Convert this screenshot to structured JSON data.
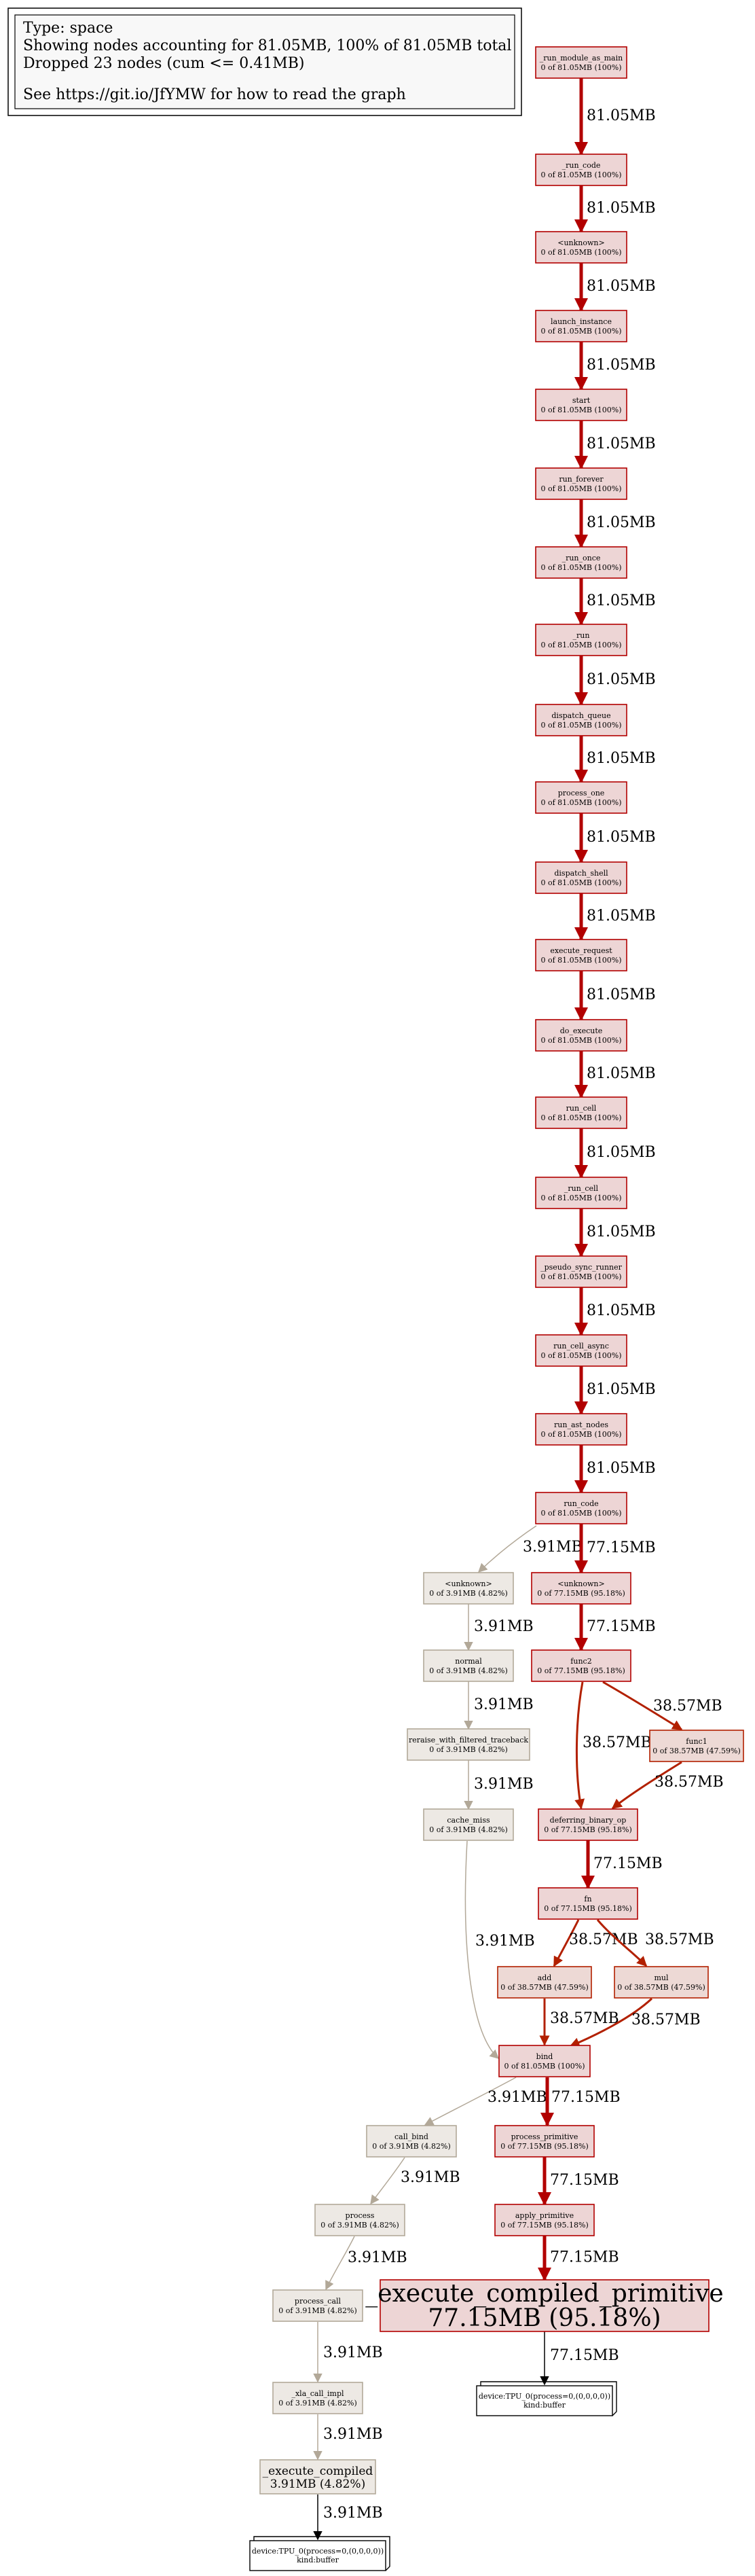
{
  "legend": {
    "lines": [
      "Type: space",
      "Showing nodes accounting for 81.05MB, 100% of 81.05MB total",
      "Dropped 23 nodes (cum <= 0.41MB)",
      "",
      "See https://git.io/JfYMW for how to read the graph"
    ]
  },
  "colors": {
    "hot_fill": "#edd5d5",
    "hot_stroke": "#b20000",
    "warm_fill": "#edd9d5",
    "warm_stroke": "#b22000",
    "cold_fill": "#ede9e4",
    "cold_stroke": "#b2a999",
    "cold_edge": "#b2a898",
    "hot_edge": "#b20000",
    "warm_edge": "#b22000"
  },
  "nodes": [
    {
      "id": "n1",
      "name": "_run_module_as_main",
      "value": "0 of 81.05MB (100%)",
      "style": "hot"
    },
    {
      "id": "n2",
      "name": "_run_code",
      "value": "0 of 81.05MB (100%)",
      "style": "hot"
    },
    {
      "id": "n3",
      "name": "<unknown>",
      "value": "0 of 81.05MB (100%)",
      "style": "hot"
    },
    {
      "id": "n4",
      "name": "launch_instance",
      "value": "0 of 81.05MB (100%)",
      "style": "hot"
    },
    {
      "id": "n5",
      "name": "start",
      "value": "0 of 81.05MB (100%)",
      "style": "hot"
    },
    {
      "id": "n6",
      "name": "run_forever",
      "value": "0 of 81.05MB (100%)",
      "style": "hot"
    },
    {
      "id": "n7",
      "name": "_run_once",
      "value": "0 of 81.05MB (100%)",
      "style": "hot"
    },
    {
      "id": "n8",
      "name": "_run",
      "value": "0 of 81.05MB (100%)",
      "style": "hot"
    },
    {
      "id": "n9",
      "name": "dispatch_queue",
      "value": "0 of 81.05MB (100%)",
      "style": "hot"
    },
    {
      "id": "n10",
      "name": "process_one",
      "value": "0 of 81.05MB (100%)",
      "style": "hot"
    },
    {
      "id": "n11",
      "name": "dispatch_shell",
      "value": "0 of 81.05MB (100%)",
      "style": "hot"
    },
    {
      "id": "n12",
      "name": "execute_request",
      "value": "0 of 81.05MB (100%)",
      "style": "hot"
    },
    {
      "id": "n13",
      "name": "do_execute",
      "value": "0 of 81.05MB (100%)",
      "style": "hot"
    },
    {
      "id": "n14",
      "name": "run_cell",
      "value": "0 of 81.05MB (100%)",
      "style": "hot"
    },
    {
      "id": "n15",
      "name": "_run_cell",
      "value": "0 of 81.05MB (100%)",
      "style": "hot"
    },
    {
      "id": "n16",
      "name": "_pseudo_sync_runner",
      "value": "0 of 81.05MB (100%)",
      "style": "hot"
    },
    {
      "id": "n17",
      "name": "run_cell_async",
      "value": "0 of 81.05MB (100%)",
      "style": "hot"
    },
    {
      "id": "n18",
      "name": "run_ast_nodes",
      "value": "0 of 81.05MB (100%)",
      "style": "hot"
    },
    {
      "id": "n19",
      "name": "run_code",
      "value": "0 of 81.05MB (100%)",
      "style": "hot"
    },
    {
      "id": "n20",
      "name": "<unknown>",
      "value": "0 of 77.15MB (95.18%)",
      "style": "hot"
    },
    {
      "id": "n21",
      "name": "func2",
      "value": "0 of 77.15MB (95.18%)",
      "style": "hot"
    },
    {
      "id": "n22",
      "name": "func1",
      "value": "0 of 38.57MB (47.59%)",
      "style": "warm"
    },
    {
      "id": "n23",
      "name": "deferring_binary_op",
      "value": "0 of 77.15MB (95.18%)",
      "style": "hot"
    },
    {
      "id": "n24",
      "name": "fn",
      "value": "0 of 77.15MB (95.18%)",
      "style": "hot"
    },
    {
      "id": "n25",
      "name": "add",
      "value": "0 of 38.57MB (47.59%)",
      "style": "warm"
    },
    {
      "id": "n26",
      "name": "mul",
      "value": "0 of 38.57MB (47.59%)",
      "style": "warm"
    },
    {
      "id": "n27",
      "name": "bind",
      "value": "0 of 81.05MB (100%)",
      "style": "hot"
    },
    {
      "id": "n28",
      "name": "process_primitive",
      "value": "0 of 77.15MB (95.18%)",
      "style": "hot"
    },
    {
      "id": "n29",
      "name": "apply_primitive",
      "value": "0 of 77.15MB (95.18%)",
      "style": "hot"
    },
    {
      "id": "n30",
      "name": "_execute_compiled_primitive",
      "value": "77.15MB (95.18%)",
      "style": "hot",
      "big": true
    },
    {
      "id": "c1",
      "name": "<unknown>",
      "value": "0 of 3.91MB (4.82%)",
      "style": "cold"
    },
    {
      "id": "c2",
      "name": "normal",
      "value": "0 of 3.91MB (4.82%)",
      "style": "cold"
    },
    {
      "id": "c3",
      "name": "reraise_with_filtered_traceback",
      "value": "0 of 3.91MB (4.82%)",
      "style": "cold"
    },
    {
      "id": "c4",
      "name": "cache_miss",
      "value": "0 of 3.91MB (4.82%)",
      "style": "cold"
    },
    {
      "id": "c5",
      "name": "call_bind",
      "value": "0 of 3.91MB (4.82%)",
      "style": "cold"
    },
    {
      "id": "c6",
      "name": "process",
      "value": "0 of 3.91MB (4.82%)",
      "style": "cold"
    },
    {
      "id": "c7",
      "name": "process_call",
      "value": "0 of 3.91MB (4.82%)",
      "style": "cold"
    },
    {
      "id": "c8",
      "name": "_xla_call_impl",
      "value": "0 of 3.91MB (4.82%)",
      "style": "cold"
    },
    {
      "id": "c9",
      "name": "_execute_compiled",
      "value": "3.91MB (4.82%)",
      "style": "cold",
      "medium": true
    }
  ],
  "leaves": [
    {
      "id": "L1",
      "lines": [
        "device:TPU_0(process=0,(0,0,0,0))",
        "kind:buffer"
      ]
    },
    {
      "id": "L2",
      "lines": [
        "device:TPU_0(process=0,(0,0,0,0))",
        "kind:buffer"
      ]
    }
  ],
  "edges": [
    {
      "from": "n1",
      "to": "n2",
      "label": "81.05MB",
      "style": "hot",
      "weight": 5
    },
    {
      "from": "n2",
      "to": "n3",
      "label": "81.05MB",
      "style": "hot",
      "weight": 5
    },
    {
      "from": "n3",
      "to": "n4",
      "label": "81.05MB",
      "style": "hot",
      "weight": 5
    },
    {
      "from": "n4",
      "to": "n5",
      "label": "81.05MB",
      "style": "hot",
      "weight": 5
    },
    {
      "from": "n5",
      "to": "n6",
      "label": "81.05MB",
      "style": "hot",
      "weight": 5
    },
    {
      "from": "n6",
      "to": "n7",
      "label": "81.05MB",
      "style": "hot",
      "weight": 5
    },
    {
      "from": "n7",
      "to": "n8",
      "label": "81.05MB",
      "style": "hot",
      "weight": 5
    },
    {
      "from": "n8",
      "to": "n9",
      "label": "81.05MB",
      "style": "hot",
      "weight": 5
    },
    {
      "from": "n9",
      "to": "n10",
      "label": "81.05MB",
      "style": "hot",
      "weight": 5
    },
    {
      "from": "n10",
      "to": "n11",
      "label": "81.05MB",
      "style": "hot",
      "weight": 5
    },
    {
      "from": "n11",
      "to": "n12",
      "label": "81.05MB",
      "style": "hot",
      "weight": 5
    },
    {
      "from": "n12",
      "to": "n13",
      "label": "81.05MB",
      "style": "hot",
      "weight": 5
    },
    {
      "from": "n13",
      "to": "n14",
      "label": "81.05MB",
      "style": "hot",
      "weight": 5
    },
    {
      "from": "n14",
      "to": "n15",
      "label": "81.05MB",
      "style": "hot",
      "weight": 5
    },
    {
      "from": "n15",
      "to": "n16",
      "label": "81.05MB",
      "style": "hot",
      "weight": 5
    },
    {
      "from": "n16",
      "to": "n17",
      "label": "81.05MB",
      "style": "hot",
      "weight": 5
    },
    {
      "from": "n17",
      "to": "n18",
      "label": "81.05MB",
      "style": "hot",
      "weight": 5
    },
    {
      "from": "n18",
      "to": "n19",
      "label": "81.05MB",
      "style": "hot",
      "weight": 5
    },
    {
      "from": "n19",
      "to": "c1",
      "label": "3.91MB",
      "style": "cold",
      "weight": 1.5
    },
    {
      "from": "n19",
      "to": "n20",
      "label": "77.15MB",
      "style": "hot",
      "weight": 5
    },
    {
      "from": "n20",
      "to": "n21",
      "label": "77.15MB",
      "style": "hot",
      "weight": 5
    },
    {
      "from": "n21",
      "to": "n23",
      "label": "38.57MB",
      "style": "warm",
      "weight": 3
    },
    {
      "from": "n21",
      "to": "n22",
      "label": "38.57MB",
      "style": "warm",
      "weight": 3
    },
    {
      "from": "n22",
      "to": "n23",
      "label": "38.57MB",
      "style": "warm",
      "weight": 3
    },
    {
      "from": "n23",
      "to": "n24",
      "label": "77.15MB",
      "style": "hot",
      "weight": 5
    },
    {
      "from": "n24",
      "to": "n25",
      "label": "38.57MB",
      "style": "warm",
      "weight": 3
    },
    {
      "from": "n24",
      "to": "n26",
      "label": "38.57MB",
      "style": "warm",
      "weight": 3
    },
    {
      "from": "n25",
      "to": "n27",
      "label": "38.57MB",
      "style": "warm",
      "weight": 3
    },
    {
      "from": "n26",
      "to": "n27",
      "label": "38.57MB",
      "style": "warm",
      "weight": 3
    },
    {
      "from": "c1",
      "to": "c2",
      "label": "3.91MB",
      "style": "cold",
      "weight": 1.5
    },
    {
      "from": "c2",
      "to": "c3",
      "label": "3.91MB",
      "style": "cold",
      "weight": 1.5
    },
    {
      "from": "c3",
      "to": "c4",
      "label": "3.91MB",
      "style": "cold",
      "weight": 1.5
    },
    {
      "from": "c4",
      "to": "n27",
      "label": "3.91MB",
      "style": "cold",
      "weight": 1.5
    },
    {
      "from": "n27",
      "to": "c5",
      "label": "3.91MB",
      "style": "cold",
      "weight": 1.5
    },
    {
      "from": "n27",
      "to": "n28",
      "label": "77.15MB",
      "style": "hot",
      "weight": 5
    },
    {
      "from": "n28",
      "to": "n29",
      "label": "77.15MB",
      "style": "hot",
      "weight": 5
    },
    {
      "from": "n29",
      "to": "n30",
      "label": "77.15MB",
      "style": "hot",
      "weight": 5
    },
    {
      "from": "n30",
      "to": "L1",
      "label": "77.15MB",
      "style": "black",
      "weight": 1.5
    },
    {
      "from": "c5",
      "to": "c6",
      "label": "3.91MB",
      "style": "cold",
      "weight": 1.5
    },
    {
      "from": "c6",
      "to": "c7",
      "label": "3.91MB",
      "style": "cold",
      "weight": 1.5
    },
    {
      "from": "c7",
      "to": "c8",
      "label": "3.91MB",
      "style": "cold",
      "weight": 1.5
    },
    {
      "from": "c8",
      "to": "c9",
      "label": "3.91MB",
      "style": "cold",
      "weight": 1.5
    },
    {
      "from": "c9",
      "to": "L2",
      "label": "3.91MB",
      "style": "black",
      "weight": 1.5
    }
  ]
}
